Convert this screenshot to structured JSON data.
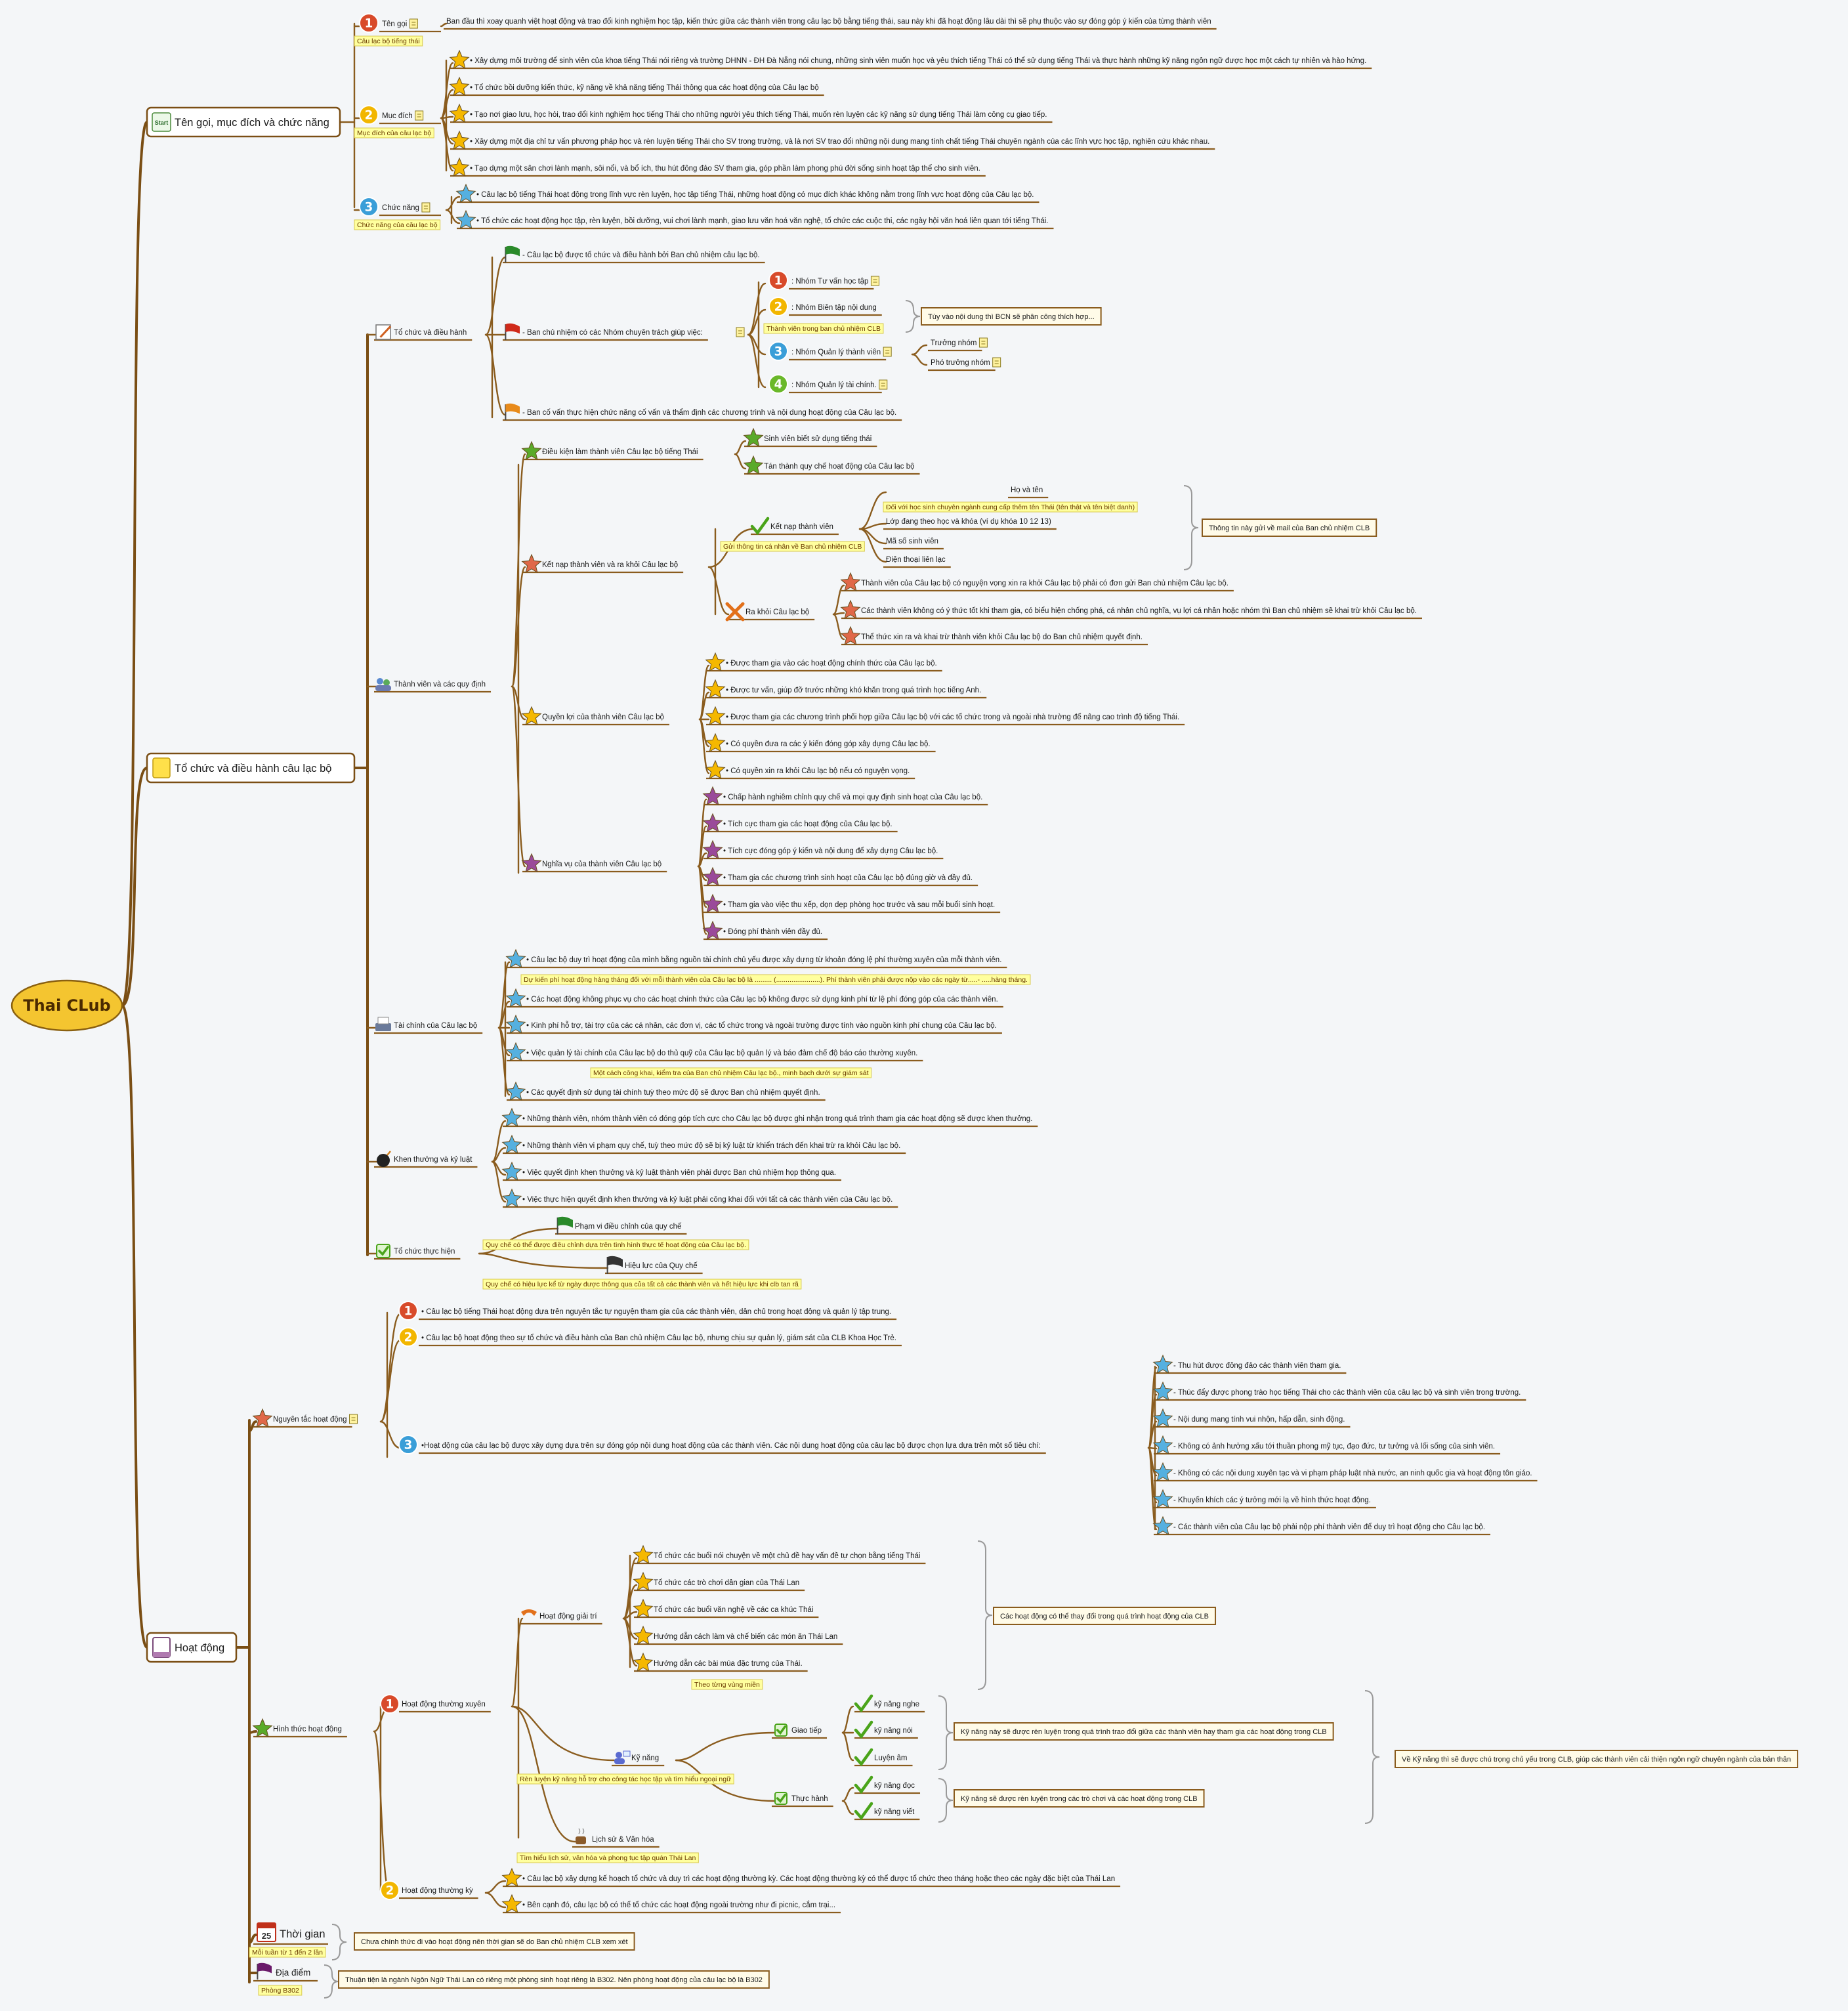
{
  "title": "Thai CLub",
  "colors": {
    "branch": "#7a4e14",
    "root_fill": "#f4c530",
    "label_fill": "#ffff9e",
    "star_yellow": "#f5b800",
    "star_blue": "#55b0e0",
    "star_red": "#e06848",
    "star_purple": "#9a4a9a",
    "star_green": "#5aaa2a",
    "check_green": "#4aa41a"
  },
  "main": {
    "names": {
      "label": "Tên gọi, mục đích và chức năng",
      "icon": "start-icon"
    },
    "org": {
      "label": "Tổ chức và điều hành câu lạc bộ",
      "icon": "folder-icon"
    },
    "act": {
      "label": "Hoạt động",
      "icon": "document-icon"
    }
  },
  "n": {
    "teng": {
      "label": "Tên gọi",
      "note": "Câu lạc bộ tiếng thái",
      "icon": "number-1-icon"
    },
    "teng_d": "Ban đầu thì xoay quanh việt hoạt động và trao đổi kinh nghiệm học tập, kiến thức giữa các thành viên trong câu lạc bộ bằng tiếng thái, sau này khi đã hoạt động lâu dài thì sẽ phụ thuộc vào sự đóng góp ý kiến của từng thành viên",
    "mucd": {
      "label": "Mục đích",
      "note": "Mục đích của câu lạc bộ",
      "icon": "number-2-icon"
    },
    "m1": "• Xây dựng môi trường để sinh viên của khoa tiếng Thái nói riêng và trường DHNN - ĐH Đà Nẵng nói chung, những sinh viên muốn học  và yêu thích tiếng Thái có thể sử dụng tiếng Thái và thực hành những kỹ năng ngôn ngữ được học một cách tự nhiên và hào hứng.",
    "m2": "• Tổ chức bồi dưỡng kiến thức, kỹ năng về khả năng tiếng Thái thông qua các hoạt động của Câu lạc bộ",
    "m3": "• Tạo nơi giao lưu, học hỏi, trao đổi kinh nghiệm học tiếng Thái cho những người yêu thích tiếng Thái, muốn rèn luyện các kỹ năng sử dụng tiếng Thái làm công cụ giao tiếp.",
    "m4": "• Xây dựng một địa chỉ tư vấn phương pháp học và rèn luyện tiếng Thái cho SV trong trường, và là nơi SV trao đổi những nội dung mang tính chất tiếng Thái chuyên ngành của các lĩnh vực học tập, nghiên cứu khác nhau.",
    "m5": "• Tạo dựng một sân chơi lành mạnh, sôi nổi, và bổ ích, thu hút đông đảo SV tham gia, góp phần làm phong phú đời sống sinh hoạt tập thể cho sinh viên.",
    "chuc": {
      "label": "Chức năng",
      "note": "Chức năng của câu lạc bộ",
      "icon": "number-3-icon"
    },
    "c1": "• Câu lạc bộ tiếng Thái hoạt động trong lĩnh vực rèn luyện, học tập tiếng Thái, những hoạt động có mục đích khác không nằm trong lĩnh vực hoạt động của Câu lạc bộ.",
    "c2": "• Tổ chức các hoạt động học tập, rèn luyện, bồi dưỡng, vui chơi lành mạnh, giao lưu văn hoá văn nghệ, tổ chức các cuộc thi, các ngày hội văn hoá liên quan tới tiếng Thái.",
    "tcdh": {
      "label": "Tổ chức và điều hành",
      "icon": "edit-icon"
    },
    "tc1": "- Câu lạc bộ được tổ chức và điều hành bởi Ban chủ nhiệm câu lạc bộ.",
    "tc2": "- Ban chủ nhiệm có các Nhóm chuyên trách giúp việc:",
    "tc3": "- Ban cố vấn thực hiện chức năng cố vấn và thẩm định các chương trình và nội dung hoạt động của Câu lạc bộ.",
    "g1": ": Nhóm Tư vấn học tập",
    "g2": {
      "label": ": Nhóm Biên tập nội dung",
      "note": "Thành viên trong ban chủ nhiệm CLB"
    },
    "g_box": "Tùy vào nội dung thì BCN sẽ phân công thích hợp...",
    "g3": ": Nhóm Quản lý thành viên",
    "g3a": "Trưởng nhóm",
    "g3b": "Phó trưởng nhóm",
    "g4": ": Nhóm Quản lý tài chính.",
    "tvqd": {
      "label": "Thành viên và các quy định",
      "icon": "users-icon"
    },
    "dk": "Điều kiện làm thành viên Câu lạc bộ tiếng Thái",
    "dk1": "Sinh viên biết sử dụng tiếng thái",
    "dk2": "Tán thành quy chế hoạt động của Câu lạc bộ",
    "kn": "Kết nạp thành viên và ra khỏi Câu lạc bộ",
    "knv": {
      "label": "Kết nạp thành viên",
      "note": "Gửi thông tin cá nhân về Ban chủ nhiệm CLB"
    },
    "ht": {
      "label": "Họ và tên",
      "note": "Đối với học sinh chuyên ngành cung cấp thêm tên Thái (tên thật và tên biệt danh)"
    },
    "lop": "Lớp đang theo học và khóa (ví dụ khóa 10 12 13)",
    "msv": "Mã số sinh viên",
    "dt": "Điện thoại liên lạc",
    "kn_box": "Thông tin này gửi về mail của Ban chủ nhiệm CLB",
    "rk": "Ra khỏi Câu lạc bộ",
    "rk1": "Thành viên của Câu lạc bộ có nguyện vọng xin ra khỏi Câu lạc bộ phải có đơn gửi Ban chủ nhiệm Câu lạc bộ.",
    "rk2": "Các thành viên không có ý thức tốt khi tham gia, có biểu hiện chống phá, cá nhân chủ nghĩa, vụ lợi cá nhân hoặc nhóm thì Ban chủ nhiệm sẽ khai trừ khỏi Câu lạc bộ.",
    "rk3": "Thể thức xin ra và khai trừ thành viên khỏi Câu lạc bộ do Ban chủ nhiệm quyết định.",
    "ql": "Quyền lợi của thành viên Câu lạc bộ",
    "ql1": "• Được tham gia vào các hoạt động chính thức của Câu lạc bộ.",
    "ql2": "• Được tư vấn, giúp đỡ trước những khó khăn trong quá trình học tiếng Anh.",
    "ql3": "• Được tham gia các chương trình phối hợp giữa Câu lạc bộ với các tổ chức trong và ngoài nhà trường để nâng cao trình độ tiếng Thái.",
    "ql4": "• Có quyền đưa ra các ý kiến đóng góp xây dựng Câu lạc bộ.",
    "ql5": "• Có quyền xin ra khỏi Câu lạc bộ nếu có nguyện vọng.",
    "nv": "Nghĩa vụ của thành viên Câu lạc bộ",
    "nv1": "• Chấp hành nghiêm chỉnh quy chế và mọi quy định sinh hoạt của Câu lạc bộ.",
    "nv2": "• Tích cực tham gia các hoạt động của Câu lạc bộ.",
    "nv3": "• Tích cực đóng góp ý kiến và nội dung để xây dựng Câu lạc bộ.",
    "nv4": "• Tham gia các chương trình sinh hoạt của Câu lạc bộ đúng giờ và đầy đủ.",
    "nv5": "• Tham gia vào việc thu xếp, dọn dẹp phòng học trước và sau mỗi buổi sinh hoạt.",
    "nv6": "• Đóng phí thành viên đầy đủ.",
    "tc": {
      "label": "Tài chính của Câu lạc bộ",
      "icon": "printer-icon"
    },
    "tc_a": "• Câu lạc bộ duy trì hoạt động của mình bằng nguồn tài chính chủ yếu được xây dựng từ khoản đóng lệ phí thường xuyên của mỗi thành viên.",
    "tc_a_note": "Dự kiến phí hoạt động hàng tháng đối với mỗi thành viên của Câu lạc bộ là ......... (.......................). Phí thành viên phải được nộp vào các ngày từ.....- .....hàng tháng.",
    "tc_b": "• Các hoạt động không phục vụ cho các hoạt chính thức của Câu lạc bộ không được sử dụng kinh phí từ lệ phí đóng góp của các thành viên.",
    "tc_c": "• Kinh phí hỗ trợ, tài trợ của các cá nhân, các đơn vị, các tổ chức trong và ngoài trường được tính vào nguồn kinh phí chung của Câu lạc bộ.",
    "tc_d": "• Việc quản lý tài chính của Câu lạc bộ do thủ quỹ của Câu lạc bộ quản lý và báo đảm chế độ báo cáo thường xuyên.",
    "tc_d_note": "Một cách công khai, kiểm tra của Ban chủ nhiệm Câu lạc bộ., minh bạch dưới sự giám sát",
    "tc_e": "• Các quyết định sử dụng tài chính tuỳ theo mức độ sẽ được Ban chủ nhiệm quyết định.",
    "kt": {
      "label": "Khen thưởng và kỷ luật",
      "icon": "bomb-icon"
    },
    "kt1": "• Những thành viên, nhóm thành viên có đóng góp tích cực cho Câu lạc bộ được ghi nhận trong quá trình tham gia các hoạt động sẽ được khen thưởng.",
    "kt2": "• Những thành viên vi phạm quy chế, tuỳ theo mức độ sẽ bị kỷ luật từ khiển trách đến khai trừ ra khỏi Câu lạc bộ.",
    "kt3": "• Việc quyết định khen thưởng và kỷ luật thành viên phải được Ban chủ nhiệm họp thông qua.",
    "kt4": "• Việc thực hiện quyết định khen thưởng và kỷ luật phải công khai đối với tất cả các thành viên của Câu lạc bộ.",
    "th": {
      "label": "Tổ chức thực hiện",
      "icon": "checkbox-icon"
    },
    "th1": {
      "label": "Phạm vi điều chỉnh của quy chế",
      "note": "Quy chế có thể được điều chỉnh dựa trên tình hình thực tế hoạt động của Câu lạc bộ."
    },
    "th2": {
      "label": "Hiệu lực của Quy chế",
      "note": "Quy chế có hiệu lực kể từ ngày được thông qua của tất cả các thành viên và hết hiệu lực khi clb tan rã"
    },
    "ng": {
      "label": "Nguyên tắc hoạt động",
      "icon": "star-icon"
    },
    "ng1": "• Câu lạc bộ tiếng Thái hoạt động dựa trên nguyên tắc tự nguyện tham gia của các thành viên, dân chủ trong hoạt động và quản lý tập trung.",
    "ng2": "• Câu lạc bộ hoạt động theo sự tổ chức và điều hành của Ban chủ nhiệm Câu lạc bộ, nhưng chịu sự quản lý, giám sát của CLB Khoa Học Trẻ.",
    "ng3": "•Hoạt động của câu lạc bộ được xây dựng dựa trên sự đóng góp nội dung hoạt động của các thành viên. Các nội dung hoạt động của câu lạc bộ được chọn lựa dựa trên một số tiêu chí:",
    "tc3a": "- Thu hút được đông đảo các thành viên tham gia.",
    "tc3b": "- Thúc đẩy được phong trào học tiếng Thái cho các thành viên của câu lạc bộ và sinh viên trong trường.",
    "tc3c": "- Nội dung mang tính vui nhộn, hấp dẫn, sinh động.",
    "tc3d": "- Không có ảnh hưởng xấu tới thuần phong mỹ tục, đạo đức, tư tưởng và lối sống của sinh viên.",
    "tc3e": "- Không có các nội dung xuyên tạc và vi phạm pháp luật nhà nước, an ninh quốc gia và hoạt động tôn giáo.",
    "tc3f": "- Khuyến khích các ý tưởng mới lạ về hình thức hoạt động.",
    "tc3g": "- Các thành viên của Câu lạc bộ phải nộp phí thành viên để duy trì hoạt động cho Câu lạc bộ.",
    "ht_act": {
      "label": "Hình thức hoạt động",
      "icon": "star-icon"
    },
    "hdtx": "Hoạt động thường xuyên",
    "gt": "Hoạt động giải trí",
    "gt1": "Tổ chức các buổi nói chuyện về một chủ đề hay vấn đề tự chọn bằng tiếng Thái",
    "gt2": "Tổ chức các trò chơi dân gian của Thái Lan",
    "gt3": "Tổ chức các buổi văn nghệ về các ca khúc Thái",
    "gt4": "Hướng dẫn cách làm và chế biến các món ăn Thái Lan",
    "gt5": {
      "label": "Hướng dẫn các bài múa đặc trưng của Thái.",
      "note": "Theo từng vùng miền"
    },
    "gt_box": "Các hoạt động có thể thay đổi trong quá trình hoạt động của CLB",
    "kn2": {
      "label": "Kỹ năng",
      "note": "Rèn luyện kỹ năng hỗ trợ cho công tác học tập và tìm hiểu ngoại ngữ"
    },
    "giao": "Giao tiếp",
    "nghe": "kỹ năng nghe",
    "noi": "kỹ năng nói",
    "luyen": "Luyện âm",
    "thuc": "Thực hành",
    "doc": "kỹ năng đọc",
    "viet": "kỹ năng viết",
    "box_gt": "Kỹ năng này sẽ được rèn luyện trong quá trình trao đổi giữa các thành viên hay tham gia các hoạt động trong CLB",
    "box_th": "Kỹ năng sẽ được rèn luyện trong các trò chơi và các hoạt động trong CLB",
    "box_kn": "Về Kỹ năng thì sẽ được chú trọng chủ yếu trong CLB, giúp các thành viên cải thiện ngôn ngữ chuyên ngành của bản thân",
    "ls": {
      "label": "Lịch sử & Văn hóa",
      "note": "Tìm hiểu lịch sử, văn hóa và phong tục tập quán Thái Lan"
    },
    "dk_act": "Hoạt động thường kỳ",
    "dk_1": "• Câu lạc bộ xây dựng kế hoạch tổ chức và duy trì các hoạt động thường kỳ. Các hoạt động thường kỳ có thể được tổ chức theo tháng hoặc theo các ngày đặc biệt của Thái Lan",
    "dk_2": "• Bên cạnh đó, câu lạc bộ có thể tổ chức các hoạt động ngoài trường như đi picnic, cắm trại...",
    "time": {
      "label": "Thời gian",
      "note": "Mỗi tuần từ 1 đến 2 lần",
      "icon": "calendar-icon",
      "calendar_day": "25"
    },
    "time_box": "Chưa chính thức đi vào hoạt động nên thời gian sẽ do Ban chủ nhiệm CLB xem xét",
    "place": {
      "label": "Địa điểm",
      "note": "Phòng B302",
      "icon": "flag-icon"
    },
    "place_box": "Thuận tiện là ngành Ngôn Ngữ Thái Lan có riêng một phòng sinh hoạt riêng là B302. Nên phòng hoạt động của câu lạc bộ là B302"
  }
}
